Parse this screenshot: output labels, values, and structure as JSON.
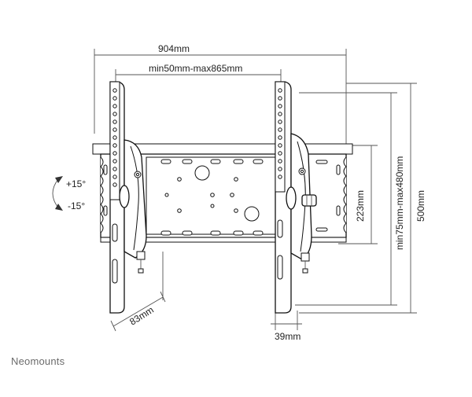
{
  "dimensions": {
    "overall_width": "904mm",
    "mounting_width": "min50mm-max865mm",
    "tilt_up": "+15°",
    "tilt_down": "-15°",
    "hole_spacing": "223mm",
    "mounting_height": "min75mm-max480mm",
    "overall_height": "500mm",
    "wall_distance": "83mm",
    "depth": "39mm"
  },
  "brand": {
    "name": "Neomounts"
  },
  "colors": {
    "line": "#111111",
    "dimension": "#555555",
    "brand_text": "#6b6b6b"
  }
}
